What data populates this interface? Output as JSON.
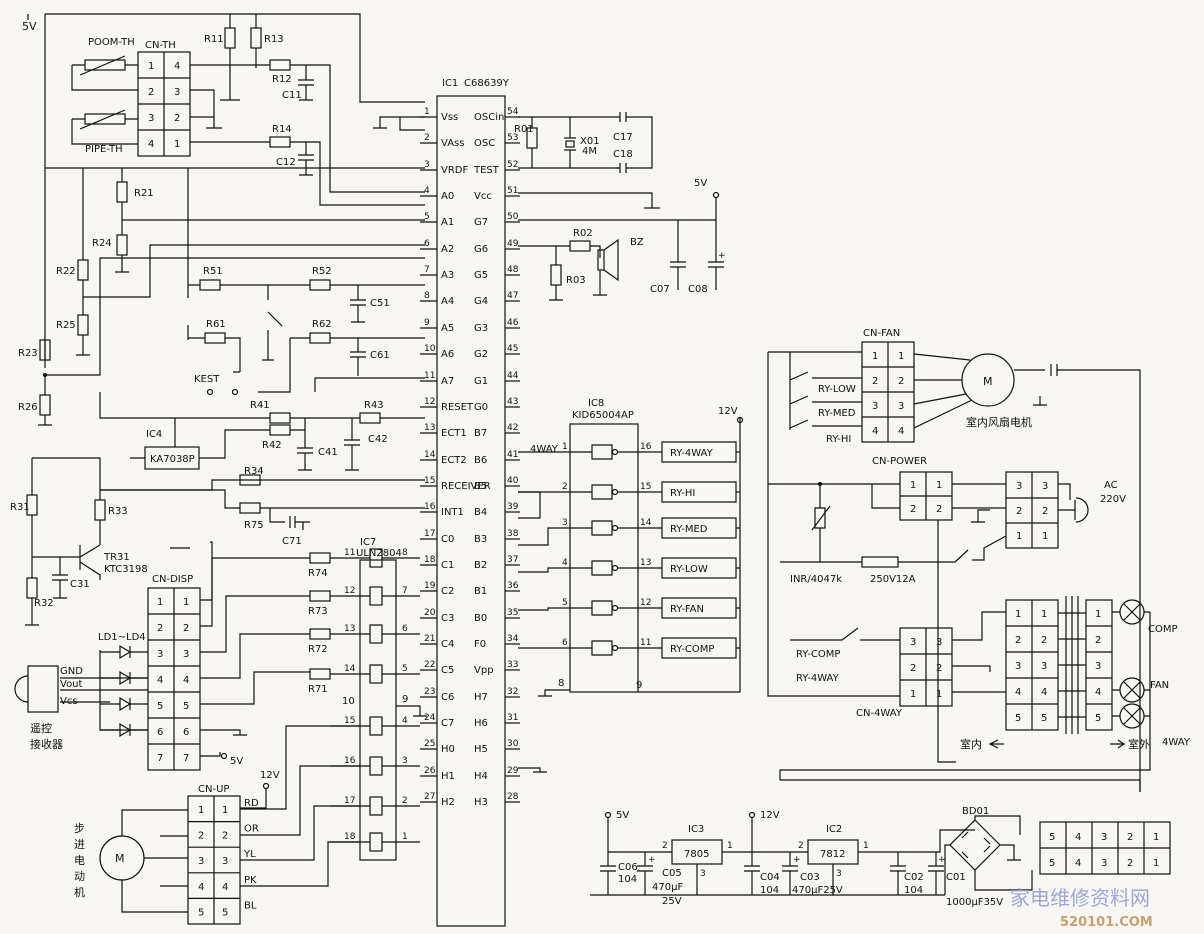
{
  "ic1": {
    "ref": "IC1",
    "part": "C68639Y",
    "left_pins": [
      {
        "num": "1",
        "name": "Vss"
      },
      {
        "num": "2",
        "name": "VAss"
      },
      {
        "num": "3",
        "name": "VRDF"
      },
      {
        "num": "4",
        "name": "A0"
      },
      {
        "num": "5",
        "name": "A1"
      },
      {
        "num": "6",
        "name": "A2"
      },
      {
        "num": "7",
        "name": "A3"
      },
      {
        "num": "8",
        "name": "A4"
      },
      {
        "num": "9",
        "name": "A5"
      },
      {
        "num": "10",
        "name": "A6"
      },
      {
        "num": "11",
        "name": "A7"
      },
      {
        "num": "12",
        "name": "RESET"
      },
      {
        "num": "13",
        "name": "ECT1"
      },
      {
        "num": "14",
        "name": "ECT2"
      },
      {
        "num": "15",
        "name": "RECEIVER"
      },
      {
        "num": "16",
        "name": "INT1"
      },
      {
        "num": "17",
        "name": "C0"
      },
      {
        "num": "18",
        "name": "C1"
      },
      {
        "num": "19",
        "name": "C2"
      },
      {
        "num": "20",
        "name": "C3"
      },
      {
        "num": "21",
        "name": "C4"
      },
      {
        "num": "22",
        "name": "C5"
      },
      {
        "num": "23",
        "name": "C6"
      },
      {
        "num": "24",
        "name": "C7"
      },
      {
        "num": "25",
        "name": "H0"
      },
      {
        "num": "26",
        "name": "H1"
      },
      {
        "num": "27",
        "name": "H2"
      }
    ],
    "right_pins": [
      {
        "num": "54",
        "name": "OSCin"
      },
      {
        "num": "53",
        "name": "OSC"
      },
      {
        "num": "52",
        "name": "TEST"
      },
      {
        "num": "51",
        "name": "Vcc"
      },
      {
        "num": "50",
        "name": "G7"
      },
      {
        "num": "49",
        "name": "G6"
      },
      {
        "num": "48",
        "name": "G5"
      },
      {
        "num": "47",
        "name": "G4"
      },
      {
        "num": "46",
        "name": "G3"
      },
      {
        "num": "45",
        "name": "G2"
      },
      {
        "num": "44",
        "name": "G1"
      },
      {
        "num": "43",
        "name": "G0"
      },
      {
        "num": "42",
        "name": "B7"
      },
      {
        "num": "41",
        "name": "B6"
      },
      {
        "num": "40",
        "name": "B5"
      },
      {
        "num": "39",
        "name": "B4"
      },
      {
        "num": "38",
        "name": "B3"
      },
      {
        "num": "37",
        "name": "B2"
      },
      {
        "num": "36",
        "name": "B1"
      },
      {
        "num": "35",
        "name": "B0"
      },
      {
        "num": "34",
        "name": "F0"
      },
      {
        "num": "33",
        "name": "Vpp"
      },
      {
        "num": "32",
        "name": "H7"
      },
      {
        "num": "31",
        "name": "H6"
      },
      {
        "num": "30",
        "name": "H5"
      },
      {
        "num": "29",
        "name": "H4"
      },
      {
        "num": "28",
        "name": "H3"
      }
    ]
  },
  "ic8": {
    "ref": "IC8",
    "part": "KID65004AP",
    "inputs": [
      "1",
      "2",
      "3",
      "4",
      "5",
      "6"
    ],
    "outputs": [
      "16",
      "15",
      "14",
      "13",
      "12",
      "11"
    ],
    "gnd_pin": "8",
    "com_pin": "9",
    "relays": [
      "RY-4WAY",
      "RY-HI",
      "RY-MED",
      "RY-LOW",
      "RY-FAN",
      "RY-COMP"
    ],
    "in_label": "4WAY"
  },
  "ic7": {
    "ref": "IC7",
    "part": "ULN2804",
    "in_pins": [
      "11",
      "12",
      "13",
      "14",
      "15",
      "16",
      "17",
      "18"
    ],
    "out_pins": [
      "8",
      "7",
      "6",
      "5",
      "4",
      "3",
      "2",
      "1"
    ],
    "gnd_pin": "10",
    "com_pin": "9"
  },
  "cn_th": {
    "title": "CN-TH",
    "left": [
      "1",
      "2",
      "3",
      "4"
    ],
    "right": [
      "4",
      "3",
      "2",
      "1"
    ],
    "sensor1": "POOM-TH",
    "sensor2": "PIPE-TH"
  },
  "cn_disp": {
    "title": "CN-DISP",
    "pins": [
      "1",
      "2",
      "3",
      "4",
      "5",
      "6",
      "7"
    ],
    "led_label": "LD1~LD4",
    "rx_pins": [
      "GND",
      "Vout",
      "Vcs"
    ],
    "receiver_label": [
      "遥控",
      "接收器"
    ]
  },
  "cn_up": {
    "title": "CN-UP",
    "pins": [
      "1",
      "2",
      "3",
      "4",
      "5"
    ],
    "signals": [
      "RD",
      "OR",
      "YL",
      "PK",
      "BL"
    ],
    "motor_label": [
      "步",
      "进",
      "电",
      "动",
      "机"
    ],
    "motor_sym": "M"
  },
  "cn_fan": {
    "title": "CN-FAN",
    "pins": [
      "1",
      "2",
      "3",
      "4"
    ],
    "relays": [
      "RY-LOW",
      "RY-MED",
      "RY-HI"
    ],
    "motor_sym": "M",
    "motor_label": "室内风扇电机"
  },
  "cn_power": {
    "title": "CN-POWER",
    "left": [
      "1",
      "2"
    ],
    "right": [
      "1",
      "2"
    ],
    "term": [
      "3",
      "2",
      "1"
    ],
    "ac_label": "AC",
    "ac_volt": "220V"
  },
  "cn_4way": {
    "title": "CN-4WAY",
    "pins": [
      "3",
      "2",
      "1"
    ],
    "relay_comp": "RY-COMP",
    "relay_4way": "RY-4WAY"
  },
  "outdoor": {
    "pins": [
      "1",
      "2",
      "3",
      "4",
      "5"
    ],
    "loads": [
      "COMP",
      "FAN",
      "4WAY"
    ],
    "indoor": "室内",
    "outdoor": "室外"
  },
  "power": {
    "ic3": "IC3",
    "ic3_part": "7805",
    "ic2": "IC2",
    "ic2_part": "7812",
    "bd": "BD01",
    "term": [
      "5",
      "4",
      "3",
      "2",
      "1"
    ],
    "ic_pins": [
      "2",
      "1",
      "3"
    ]
  },
  "nets": {
    "v5": "5V",
    "v12": "12V"
  },
  "labels": {
    "R11": "R11",
    "R13": "R13",
    "R12": "R12",
    "C11": "C11",
    "R14": "R14",
    "C12": "C12",
    "R21": "R21",
    "R24": "R24",
    "R22": "R22",
    "R25": "R25",
    "R23": "R23",
    "R26": "R26",
    "R51": "R51",
    "R52": "R52",
    "C51": "C51",
    "R61": "R61",
    "R62": "R62",
    "C61": "C61",
    "KEST": "KEST",
    "R41": "R41",
    "R43": "R43",
    "R42": "R42",
    "C41": "C41",
    "C42": "C42",
    "IC4": "IC4",
    "IC4part": "KA7038P",
    "R34": "R34",
    "R31": "R31",
    "R33": "R33",
    "R75": "R75",
    "C71": "C71",
    "TR31": "TR31",
    "TR31part": "KTC3198",
    "C31": "C31",
    "R32": "R32",
    "R74": "R74",
    "R73": "R73",
    "R72": "R72",
    "R71": "R71",
    "R01": "R01",
    "X01": "X01",
    "X01v": "4M",
    "C17": "C17",
    "C18": "C18",
    "R02": "R02",
    "R03": "R03",
    "BZ": "BZ",
    "C07": "C07",
    "C08": "C08",
    "INR": "INR/4047k",
    "FUSE": "250V12A",
    "C06": "C06",
    "C06v": "104",
    "C05": "C05",
    "C05v": "470μF",
    "C05v2": "25V",
    "C04": "C04",
    "C04v": "104",
    "C03": "C03",
    "C03v": "470μF25V",
    "C02": "C02",
    "C02v": "104",
    "C01": "C01",
    "C01v": "1000μF35V",
    "plus": "+"
  },
  "watermark": {
    "text": "家电维修资料网",
    "sub": "520101.COM"
  }
}
